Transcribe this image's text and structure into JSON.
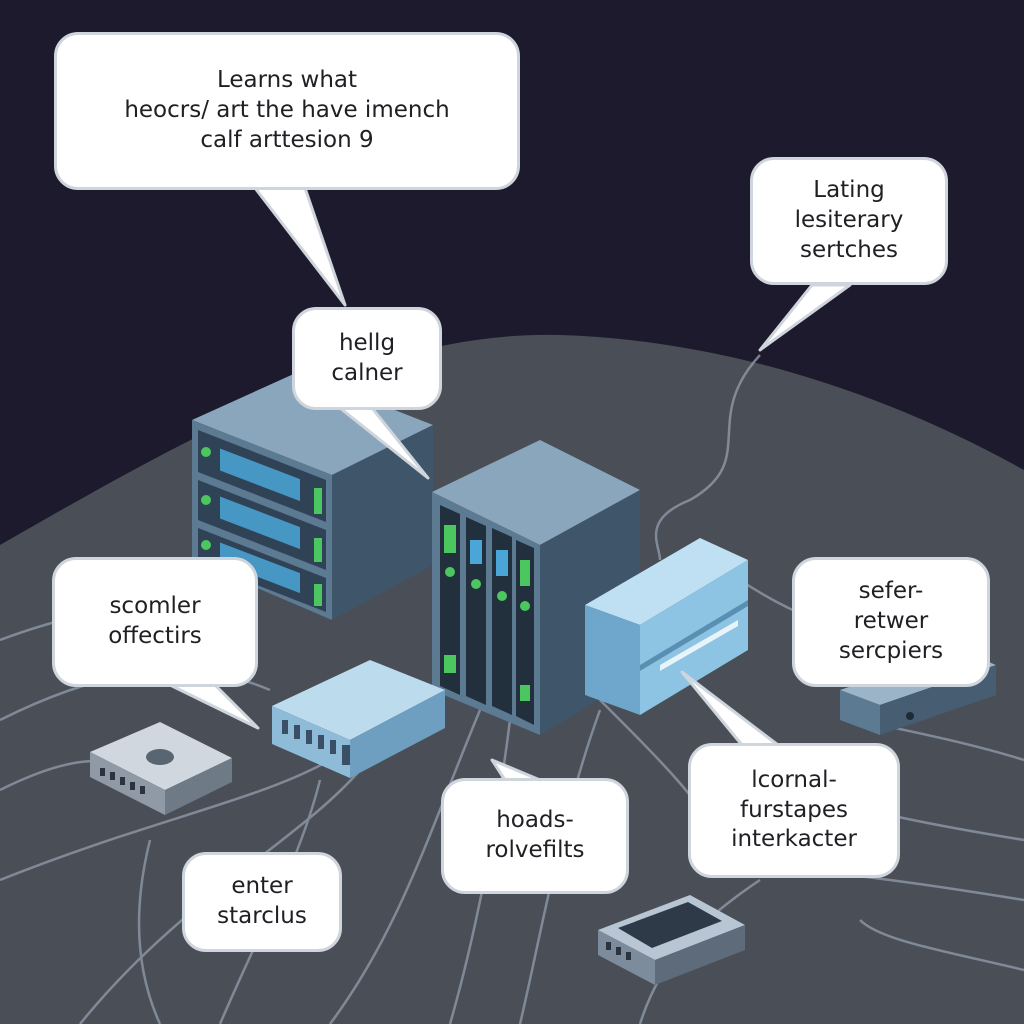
{
  "bubbles": {
    "b1": {
      "lines": [
        "Learns what",
        "heocrs/ art the have imench",
        "calf arttesion 9"
      ]
    },
    "b2": {
      "lines": [
        "Lating",
        "lesiterary",
        "sertches"
      ]
    },
    "b3": {
      "lines": [
        "hellg",
        "calner"
      ]
    },
    "b4": {
      "lines": [
        "scomler",
        "offectirs"
      ]
    },
    "b5": {
      "lines": [
        "sefer-",
        "retwer",
        "sercpiers"
      ]
    },
    "b6": {
      "lines": [
        "lcornal-",
        "furstapes",
        "interkacter"
      ]
    },
    "b7": {
      "lines": [
        "hoads-",
        "rolvefilts"
      ]
    },
    "b8": {
      "lines": [
        "enter",
        "starclus"
      ]
    }
  },
  "colors": {
    "background": "#1c1a2c",
    "ground": "#4a4f57",
    "cable": "#8e98a8",
    "server_front": "#5d7a93",
    "server_top": "#8aa6bc",
    "server_side": "#3f5569",
    "led_green": "#4cc760",
    "led_blue": "#4aa6d6",
    "bubble_fill": "#ffffff",
    "bubble_border": "#cfd5dc"
  },
  "icons": [
    "rack-server-icon",
    "tower-server-icon",
    "storage-box-icon",
    "network-switch-icon",
    "router-icon",
    "media-device-icon"
  ]
}
